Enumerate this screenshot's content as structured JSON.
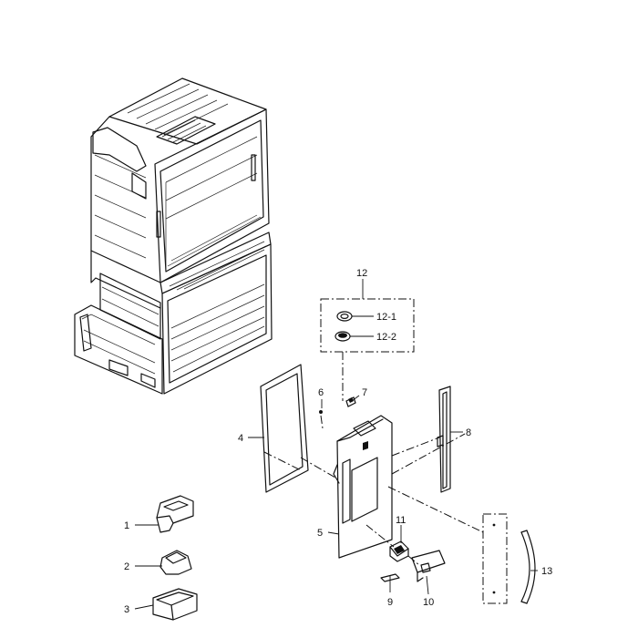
{
  "callouts": {
    "p1": "1",
    "p2": "2",
    "p3": "3",
    "p4": "4",
    "p5": "5",
    "p6": "6",
    "p7": "7",
    "p8": "8",
    "p9": "9",
    "p10": "10",
    "p11": "11",
    "p12": "12",
    "p12_1": "12-1",
    "p12_2": "12-2",
    "p13": "13"
  }
}
